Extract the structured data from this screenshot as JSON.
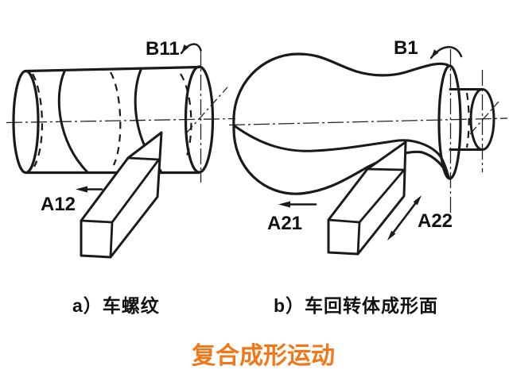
{
  "figure": {
    "panel_a": {
      "caption": "a）车螺纹",
      "rotation_label": "B11",
      "feed_label": "A12"
    },
    "panel_b": {
      "caption": "b）车回转体成形面",
      "rotation_label": "B1",
      "feed_label_1": "A21",
      "feed_label_2": "A22"
    },
    "title": {
      "text": "复合成形运动"
    }
  },
  "icons": {
    "rotation_arrow": "curved-arrow",
    "feed_arrow": "left-arrow",
    "oblique_feed_arrow": "double-headed-diagonal-arrow"
  },
  "colors": {
    "line": "#1a1a1a",
    "accent_title": "#F07818",
    "background": "#ffffff"
  }
}
